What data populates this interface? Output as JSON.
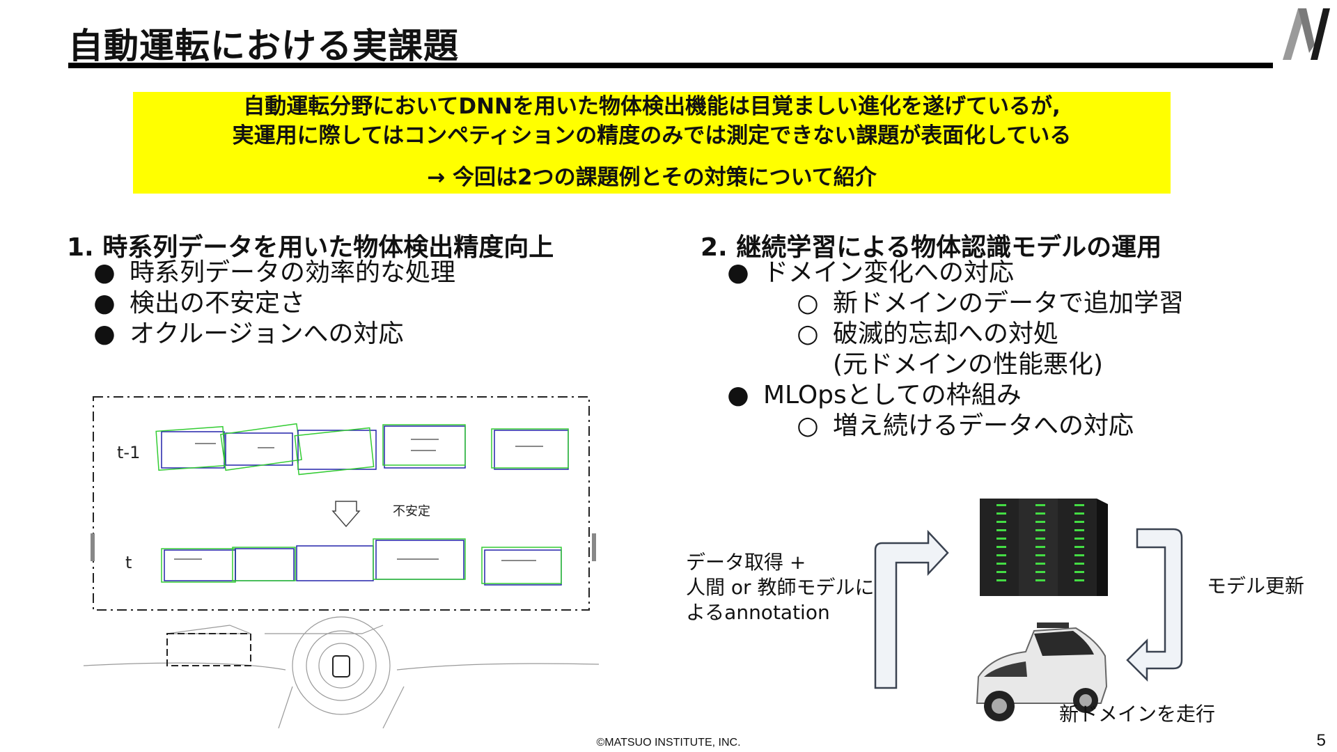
{
  "slide": {
    "title": "自動運転における実課題",
    "banner": {
      "line1": "自動運転分野においてDNNを用いた物体検出機能は目覚ましい進化を遂げているが,",
      "line2": "実運用に際してはコンペティションの精度のみでは測定できない課題が表面化している",
      "line3": "→ 今回は2つの課題例とその対策について紹介"
    },
    "section1": {
      "heading": "1. 時系列データを用いた物体検出精度向上",
      "bullets": [
        "時系列データの効率的な処理",
        "検出の不安定さ",
        "オクルージョンへの対応"
      ]
    },
    "section2": {
      "heading": "2. 継続学習による物体認識モデルの運用",
      "b1": "ドメイン変化への対応",
      "b1_sub1": "新ドメインのデータで追加学習",
      "b1_sub2": "破滅的忘却への対処",
      "b1_sub2_cont": "(元ドメインの性能悪化)",
      "b2": "MLOpsとしての枠組み",
      "b2_sub1": "増え続けるデータへの対応"
    },
    "figure_left": {
      "label_prev": "t-1",
      "label_now": "t",
      "arrow_label": "不安定"
    },
    "figure_right": {
      "left_text": [
        "データ取得 +",
        "人間 or 教師モデルに",
        "よるannotation"
      ],
      "right_text": "モデル更新",
      "car_caption": "新ドメインを走行"
    },
    "bullet_mark": "●",
    "sub_bullet_mark": "○",
    "footer": "©MATSUO INSTITUTE, INC.",
    "page_number": "5",
    "colors": {
      "banner": "#ffff00",
      "box_green": "#33cc33",
      "box_blue": "#2222aa",
      "led": "#44dd44"
    }
  }
}
